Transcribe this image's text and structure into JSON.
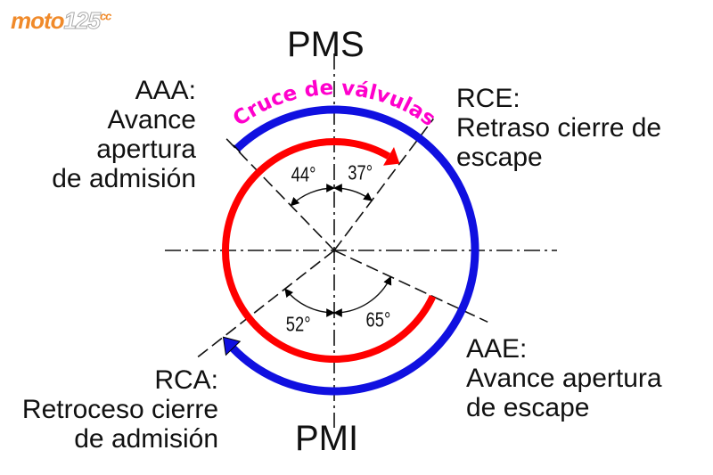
{
  "logo": {
    "text": "moto",
    "num": "125",
    "cc": "cc"
  },
  "top_label": "PMS",
  "bottom_label": "PMI",
  "overlap_label": "Cruce de válvulas",
  "labels": {
    "aaa": [
      "AAA:",
      "Avance",
      "apertura",
      "de admisión"
    ],
    "rce": [
      "RCE:",
      "Retraso cierre de",
      "escape"
    ],
    "aae": [
      "AAE:",
      "Avance apertura",
      "de escape"
    ],
    "rca": [
      "RCA:",
      "Retroceso cierre",
      "de admisión"
    ]
  },
  "angles": {
    "aaa_deg": 44,
    "rce_deg": 37,
    "rca_deg": 52,
    "aae_deg": 65
  },
  "angle_texts": {
    "aaa": "44°",
    "rce": "37°",
    "rca": "52°",
    "aae": "65°"
  },
  "colors": {
    "intake": "#1010e0",
    "exhaust": "#ff0000",
    "overlap": "#ff00cc"
  }
}
